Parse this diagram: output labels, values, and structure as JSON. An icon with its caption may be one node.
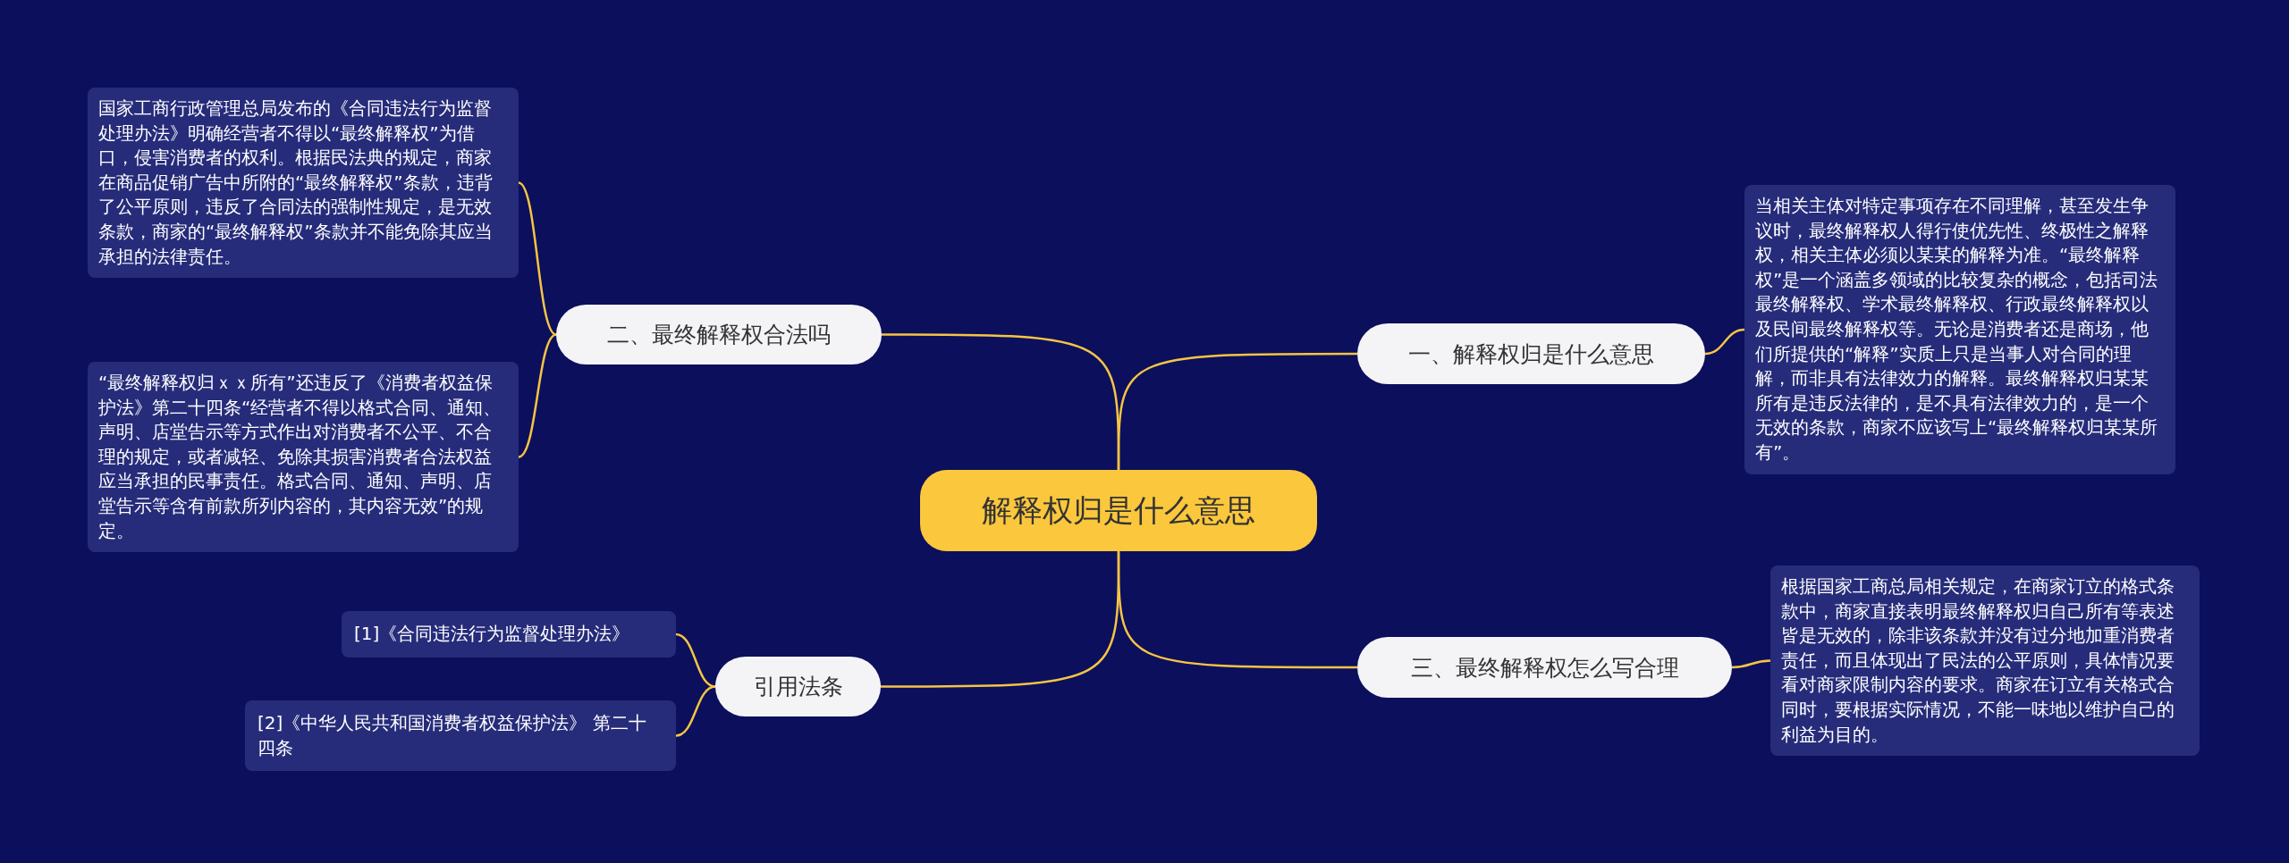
{
  "diagram": {
    "nodes": [
      {
        "text": [
          "解释权归是什么意思"
        ]
      },
      {
        "text": [
          "一、解释权归是什么意思"
        ]
      },
      {
        "text": [
          "当相关主体对特定事项存在不同理解，甚至发生争议时，最终解释权人得行使优先性、终极性之解释权，相关主体必须以某某的解释为准。“最终解释权”是一个涵盖多领域的比较复杂的概念，包括司法最终解释权、学术最终解释权、行政最终解释权以及民间最终解释权等。无论是消费者还是商场，他们所提供的“解释”实质上只是当事人对合同的理解，而非具有法律效力的解释。最终解释权归某某所有是违反法律的，是不具有法律效力的，是一个无效的条款，商家不应该写上“最终解释权归某某所有”。"
        ]
      },
      {
        "text": [
          "二、最终解释权合法吗"
        ]
      },
      {
        "text": [
          "国家工商行政管理总局发布的《合同违法行为监督处理办法》明确经营者不得以“最终解释权”为借口，侵害消费者的权利。根据民法典的规定，商家在商品促销广告中所附的“最终解释权”条款，违背了公平原则，违反了合同法的强制性规定，是无效条款，商家的“最终解释权”条款并不能免除其应当承担的法律责任。"
        ]
      },
      {
        "text": [
          "“最终解释权归ｘｘ所有”还违反了《消费者权益保护法》第二十四条“经营者不得以格式合同、通知、声明、店堂告示等方式作出对消费者不公平、不合理的规定，或者减轻、免除其损害消费者合法权益应当承担的民事责任。格式合同、通知、声明、店堂告示等含有前款所列内容的，其内容无效”的规定。"
        ]
      },
      {
        "text": [
          "三、最终解释权怎么写合理"
        ]
      },
      {
        "text": [
          "根据国家工商总局相关规定，在商家订立的格式条款中，商家直接表明最终解释权归自己所有等表述皆是无效的，除非该条款并没有过分地加重消费者责任，而且体现出了民法的公平原则，具体情况要看对商家限制内容的要求。商家在订立有关格式合同时，要根据实际情况，不能一味地以维护自己的利益为目的。"
        ]
      },
      {
        "text": [
          "引用法条"
        ]
      },
      {
        "text": [
          "[1]《合同违法行为监督处理办法》"
        ]
      },
      {
        "text": [
          "[2]《中华人民共和国消费者权益保护法》 第二十四条"
        ]
      }
    ],
    "edges": [
      {
        "from": 0,
        "to": 1,
        "arrow": "none"
      },
      {
        "from": 1,
        "to": 2,
        "arrow": "none"
      },
      {
        "from": 0,
        "to": 3,
        "arrow": "none"
      },
      {
        "from": 3,
        "to": 4,
        "arrow": "none"
      },
      {
        "from": 3,
        "to": 5,
        "arrow": "none"
      },
      {
        "from": 0,
        "to": 6,
        "arrow": "none"
      },
      {
        "from": 6,
        "to": 7,
        "arrow": "none"
      },
      {
        "from": 0,
        "to": 8,
        "arrow": "none"
      },
      {
        "from": 8,
        "to": 9,
        "arrow": "none"
      },
      {
        "from": 8,
        "to": 10,
        "arrow": "none"
      }
    ]
  }
}
